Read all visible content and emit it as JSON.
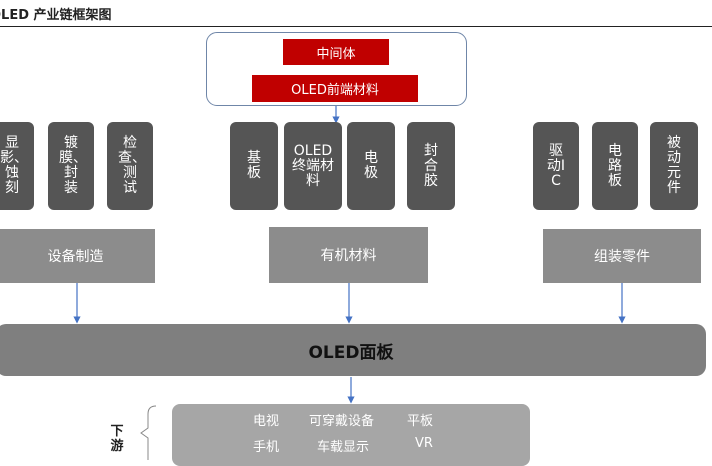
{
  "title": "OLED 产业链框架图",
  "upstream": {
    "intermediate": "中间体",
    "front_material": "OLED前端材料"
  },
  "equipment": {
    "items": [
      "显影、蚀刻",
      "镀膜、封装",
      "检查、测试"
    ],
    "label": "设备制造"
  },
  "materials": {
    "items": [
      "基板",
      "OLED终端材料",
      "电极",
      "封合胶"
    ],
    "label": "有机材料"
  },
  "components": {
    "items": [
      "驱动IC",
      "电路板",
      "被动元件"
    ],
    "label": "组装零件"
  },
  "panel": "OLED面板",
  "downstream_label": "下游",
  "applications": {
    "row1": [
      "电视",
      "可穿戴设备",
      "平板"
    ],
    "row2": [
      "手机",
      "车载显示",
      "VR"
    ]
  },
  "colors": {
    "accent": "#c00000",
    "chip": "#555555",
    "box": "#8c8c8c",
    "panel": "#7f7f7f",
    "arrow": "#4472c4"
  }
}
